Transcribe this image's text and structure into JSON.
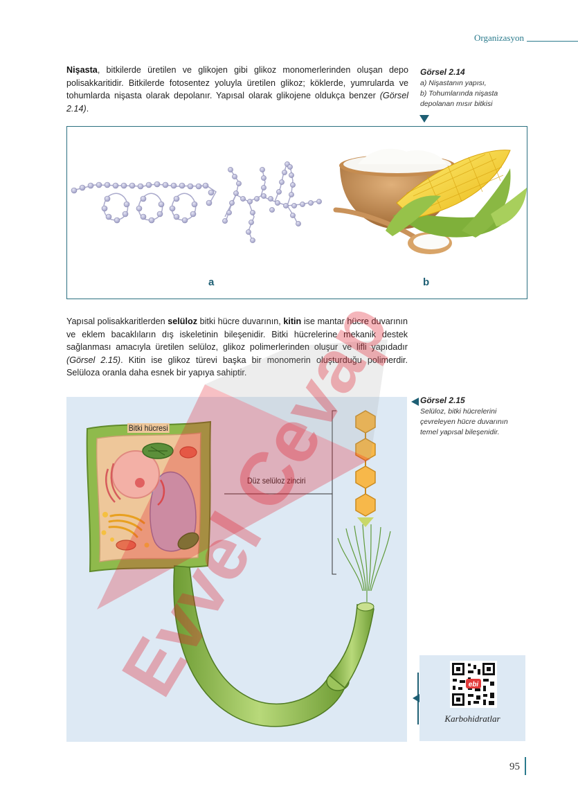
{
  "header": {
    "section": "Organizasyon"
  },
  "para1": {
    "term": "Nişasta",
    "text": ", bitkilerde üretilen ve glikojen gibi glikoz monomerlerinden oluşan depo polisakkaritidir. Bitkilerde fotosentez yoluyla üretilen glikoz; köklerde, yumrularda ve tohumlarda nişasta olarak depolanır. Yapısal olarak glikojene oldukça benzer ",
    "ref": "(Görsel 2.14)",
    "end": "."
  },
  "caption214": {
    "title": "Görsel 2.14",
    "line_a": "a) Nişastanın yapısı,",
    "line_b1": "b) Tohumlarında nişasta",
    "line_b2": "depolanan mısır bitkisi"
  },
  "figure214": {
    "label_a": "a",
    "label_b": "b"
  },
  "para2": {
    "t1": "Yapısal polisakkaritlerden ",
    "term1": "selüloz",
    "t2": " bitki hücre duvarının, ",
    "term2": "kitin",
    "t3": " ise mantar hücre duvarının ve eklem bacaklıların dış iskeletinin bileşenidir. Bitki hücrelerine mekanik destek sağlanması amacıyla üretilen selüloz, glikoz polimerlerinden oluşur ve lifli yapıdadır ",
    "ref": "(Görsel 2.15)",
    "t4": ". Kitin ise glikoz türevi başka bir monomerin oluşturduğu polimerdir. Selüloza oranla daha esnek bir yapıya sahiptir."
  },
  "caption215": {
    "title": "Görsel 2.15",
    "line1": "Selüloz, bitki hücrelerini",
    "line2": "çevreleyen hücre duvarının",
    "line3": "temel yapısal bileşenidir."
  },
  "figure215": {
    "cell_label": "Bitki hücresi",
    "chain_label": "Düz selüloz zinciri"
  },
  "qr": {
    "badge": "ebi",
    "caption": "Karbohidratlar"
  },
  "watermark": {
    "text": "Evvel Cevap"
  },
  "page_number": "95"
}
